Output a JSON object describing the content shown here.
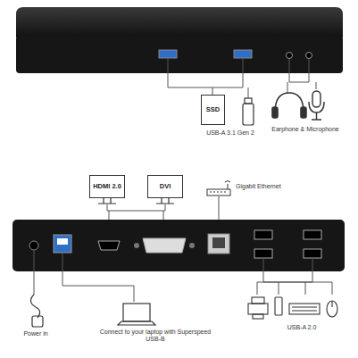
{
  "diagram": {
    "nodes": [
      {
        "text": [
          "SSD"
        ]
      },
      {
        "text": [
          "HDMI 2.0"
        ]
      },
      {
        "text": [
          "DVI"
        ]
      }
    ],
    "labels": [
      "USB-A 3.1 Gen 2",
      "Earphone & Microphone",
      "Gigabit Ethernet",
      "Power in",
      "Connect to your laptop with Superspeed USB-B",
      "USB-A 2.0"
    ]
  }
}
